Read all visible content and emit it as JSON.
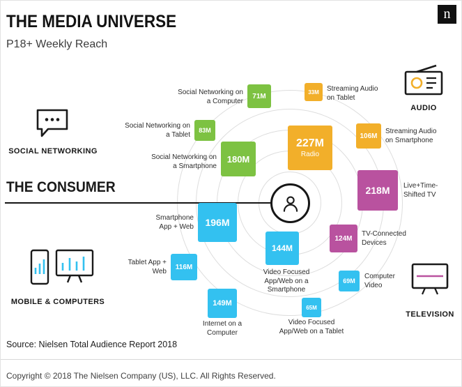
{
  "header": {
    "title": "THE MEDIA UNIVERSE",
    "subtitle": "P18+ Weekly Reach",
    "logo_glyph": "n"
  },
  "consumer": {
    "label": "THE CONSUMER"
  },
  "categories": {
    "social": {
      "label": "SOCIAL NETWORKING",
      "color": "#7dc242"
    },
    "audio": {
      "label": "AUDIO",
      "color": "#f2af2a"
    },
    "mobile": {
      "label": "MOBILE & COMPUTERS",
      "color": "#33c1f0"
    },
    "television": {
      "label": "TELEVISION",
      "color": "#b9529f"
    }
  },
  "bubbles": [
    {
      "value": "71M",
      "label": "Social Networking on a Computer",
      "category": "social"
    },
    {
      "value": "33M",
      "label": "Streaming Audio on Tablet",
      "category": "audio"
    },
    {
      "value": "83M",
      "label": "Social Networking on a Tablet",
      "category": "social"
    },
    {
      "value": "106M",
      "label": "Streaming Audio on Smartphone",
      "category": "audio"
    },
    {
      "value": "180M",
      "label": "Social Networking on a Smartphone",
      "category": "social"
    },
    {
      "value": "227M",
      "label": "Radio",
      "category": "audio"
    },
    {
      "value": "218M",
      "label": "Live+Time-Shifted TV",
      "category": "television"
    },
    {
      "value": "196M",
      "label": "Smartphone App + Web",
      "category": "mobile"
    },
    {
      "value": "124M",
      "label": "TV-Connected Devices",
      "category": "television"
    },
    {
      "value": "144M",
      "label": "Video Focused App/Web on a Smartphone",
      "category": "mobile"
    },
    {
      "value": "116M",
      "label": "Tablet App + Web",
      "category": "mobile"
    },
    {
      "value": "69M",
      "label": "Computer Video",
      "category": "mobile"
    },
    {
      "value": "149M",
      "label": "Internet on a Computer",
      "category": "mobile"
    },
    {
      "value": "65M",
      "label": "Video Focused App/Web on a Tablet",
      "category": "mobile"
    }
  ],
  "footer": {
    "source": "Source: Nielsen Total Audience Report 2018",
    "copyright": "Copyright © 2018 The Nielsen Company (US), LLC. All Rights Reserved."
  },
  "chart_data": {
    "type": "bubble",
    "title": "THE MEDIA UNIVERSE",
    "subtitle": "P18+ Weekly Reach",
    "unit": "persons reached weekly, millions",
    "center_label": "THE CONSUMER",
    "legend_position": "corners",
    "groups": [
      {
        "name": "SOCIAL NETWORKING",
        "color": "#7dc242",
        "items": [
          {
            "label": "Social Networking on a Smartphone",
            "value": 180
          },
          {
            "label": "Social Networking on a Tablet",
            "value": 83
          },
          {
            "label": "Social Networking on a Computer",
            "value": 71
          }
        ]
      },
      {
        "name": "AUDIO",
        "color": "#f2af2a",
        "items": [
          {
            "label": "Radio",
            "value": 227
          },
          {
            "label": "Streaming Audio on Smartphone",
            "value": 106
          },
          {
            "label": "Streaming Audio on Tablet",
            "value": 33
          }
        ]
      },
      {
        "name": "TELEVISION",
        "color": "#b9529f",
        "items": [
          {
            "label": "Live+Time-Shifted TV",
            "value": 218
          },
          {
            "label": "TV-Connected Devices",
            "value": 124
          }
        ]
      },
      {
        "name": "MOBILE & COMPUTERS",
        "color": "#33c1f0",
        "items": [
          {
            "label": "Smartphone App + Web",
            "value": 196
          },
          {
            "label": "Internet on a Computer",
            "value": 149
          },
          {
            "label": "Video Focused App/Web on a Smartphone",
            "value": 144
          },
          {
            "label": "Tablet App + Web",
            "value": 116
          },
          {
            "label": "Computer Video",
            "value": 69
          },
          {
            "label": "Video Focused App/Web on a Tablet",
            "value": 65
          }
        ]
      }
    ]
  }
}
